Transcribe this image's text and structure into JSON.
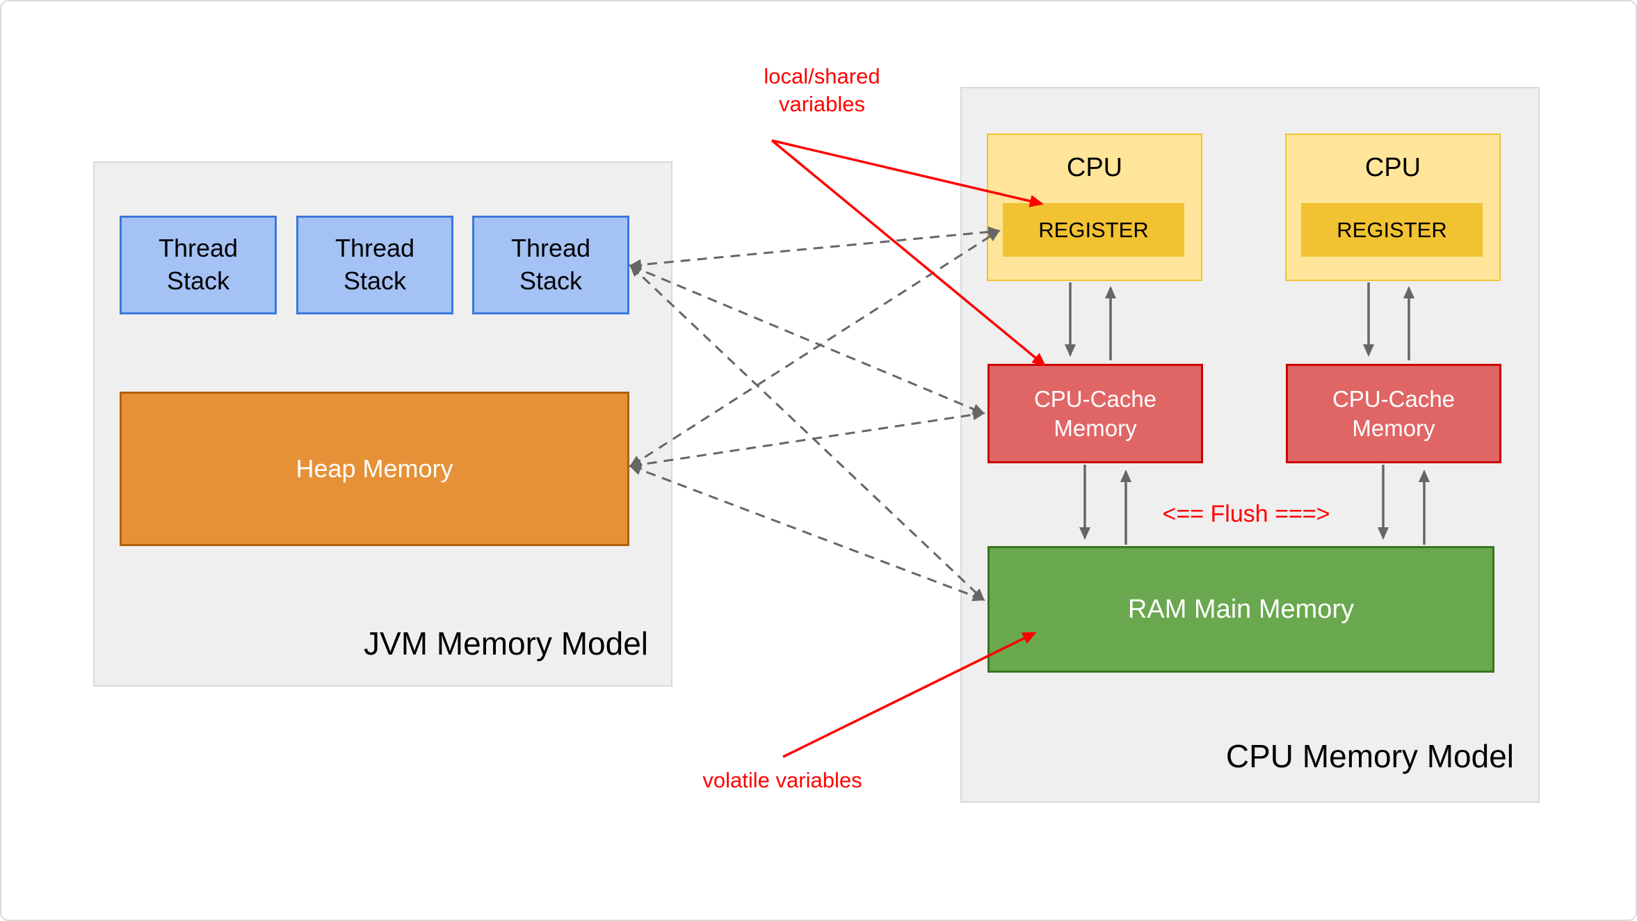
{
  "jvm": {
    "title": "JVM Memory Model",
    "thread_stacks": [
      "Thread Stack",
      "Thread Stack",
      "Thread Stack"
    ],
    "heap_label": "Heap Memory"
  },
  "cpu": {
    "title": "CPU Memory Model",
    "cpu1": {
      "label": "CPU",
      "register": "REGISTER",
      "cache": "CPU-Cache Memory"
    },
    "cpu2": {
      "label": "CPU",
      "register": "REGISTER",
      "cache": "CPU-Cache Memory"
    },
    "ram_label": "RAM Main Memory",
    "flush_label": "<== Flush ===>"
  },
  "annotations": {
    "local_shared": "local/shared variables",
    "volatile_label": "volatile variables"
  },
  "colors": {
    "panel_bg": "#efefef",
    "panel_border": "#d9d9d9",
    "thread_fill": "#a4c2f4",
    "thread_border": "#3c78d8",
    "heap_fill": "#e69138",
    "heap_border": "#b45f06",
    "cpu_fill": "#ffe599",
    "cpu_border": "#f1c232",
    "register_fill": "#f1c232",
    "cache_fill": "#e06666",
    "cache_border": "#cc0000",
    "ram_fill": "#6aa84f",
    "ram_border": "#38761d",
    "arrow_gray": "#666666",
    "annotation_red": "#ff0000"
  }
}
